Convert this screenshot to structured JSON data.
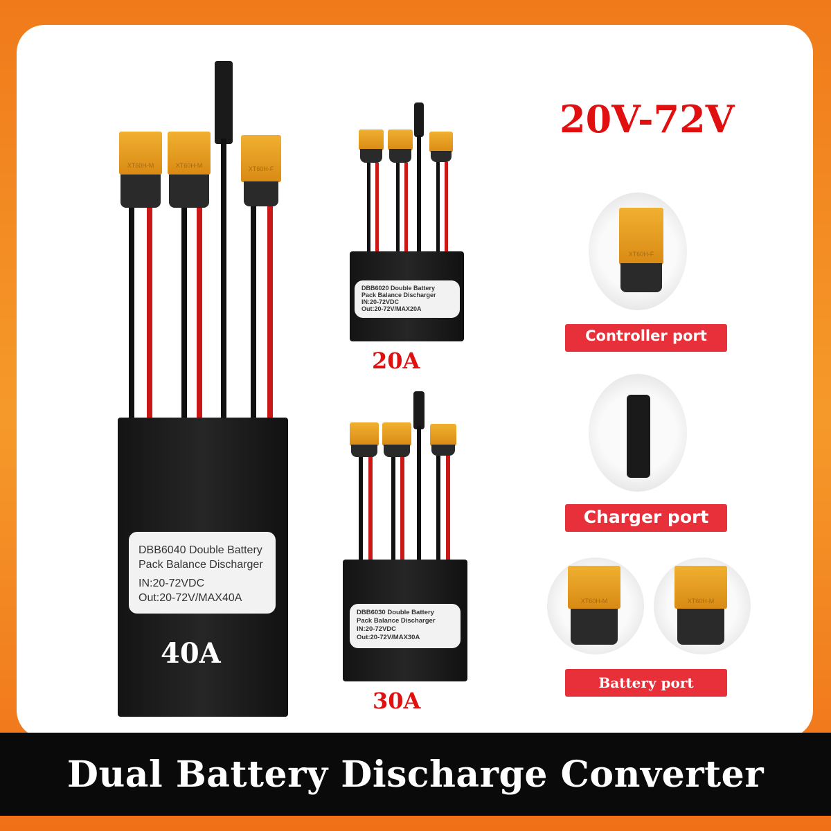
{
  "headline_voltage": "20V-72V",
  "banner_title": "Dual Battery Discharge Converter",
  "products": [
    {
      "current": "40A",
      "label_lines": [
        "DBB6040 Double Battery",
        "Pack Balance Discharger",
        "IN:20-72VDC",
        "Out:20-72V/MAX40A"
      ]
    },
    {
      "current": "20A",
      "label_lines": [
        "DBB6020 Double Battery",
        "Pack Balance Discharger",
        "IN:20-72VDC",
        "Out:20-72V/MAX20A"
      ]
    },
    {
      "current": "30A",
      "label_lines": [
        "DBB6030 Double Battery",
        "Pack Balance Discharger",
        "IN:20-72VDC",
        "Out:20-72V/MAX30A"
      ]
    }
  ],
  "connector_markings": {
    "male": "XT60H-M",
    "female": "XT60H-F"
  },
  "ports": {
    "controller": "Controller port",
    "charger": "Charger port",
    "battery": "Battery port"
  },
  "colors": {
    "accent_orange": "#f07a1a",
    "tag_red": "#e8303a",
    "headline_red": "#e01010",
    "connector_yellow": "#e8a020"
  }
}
